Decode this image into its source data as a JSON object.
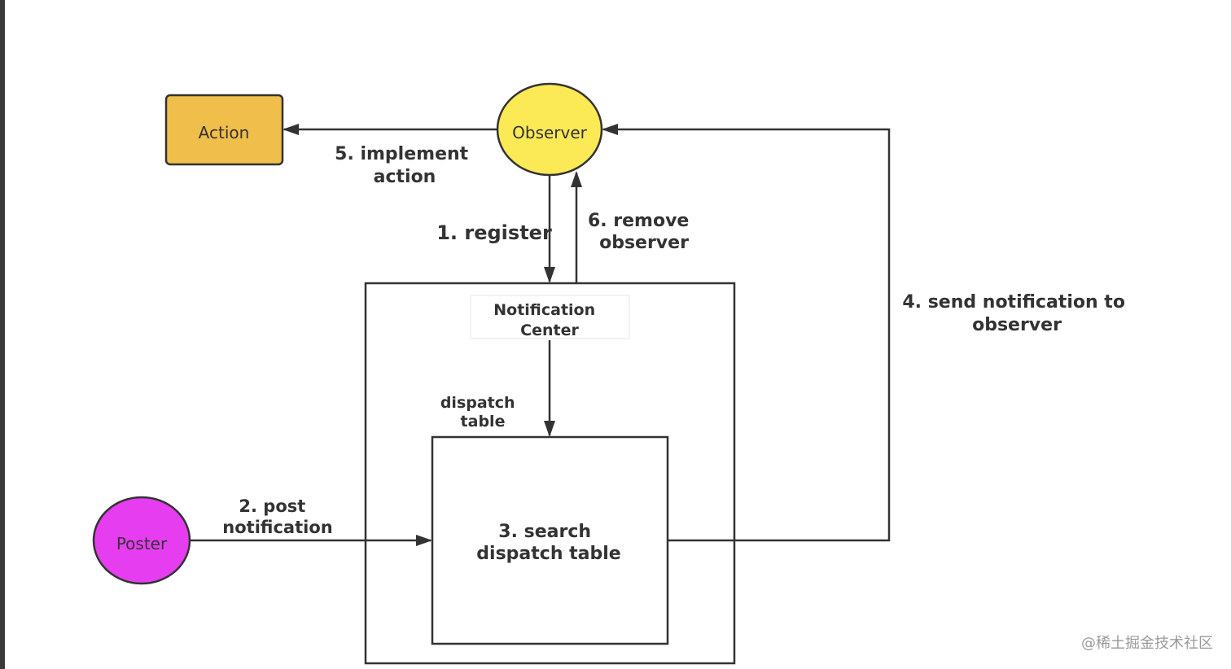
{
  "nodes": {
    "action": {
      "label": "Action",
      "fill": "#f0be4a"
    },
    "observer": {
      "label": "Observer",
      "fill": "#fbe956"
    },
    "poster": {
      "label": "Poster",
      "fill": "#e73df0"
    },
    "notification_center": {
      "lines": [
        "Notification",
        "Center"
      ]
    },
    "search_box": {
      "lines": [
        "3. search",
        "dispatch table"
      ]
    }
  },
  "edges": {
    "register": {
      "lines": [
        "1. register"
      ]
    },
    "post": {
      "lines": [
        "2. post",
        "notification"
      ]
    },
    "send": {
      "lines": [
        "4. send notification to",
        "observer"
      ]
    },
    "implement": {
      "lines": [
        "5. implement",
        "action"
      ]
    },
    "remove": {
      "lines": [
        "6. remove",
        "observer"
      ]
    },
    "dispatch": {
      "lines": [
        "dispatch",
        "table"
      ]
    }
  },
  "watermark": "@稀土掘金技术社区",
  "colors": {
    "stroke": "#333333",
    "left_bar": "#3a3a3a"
  }
}
